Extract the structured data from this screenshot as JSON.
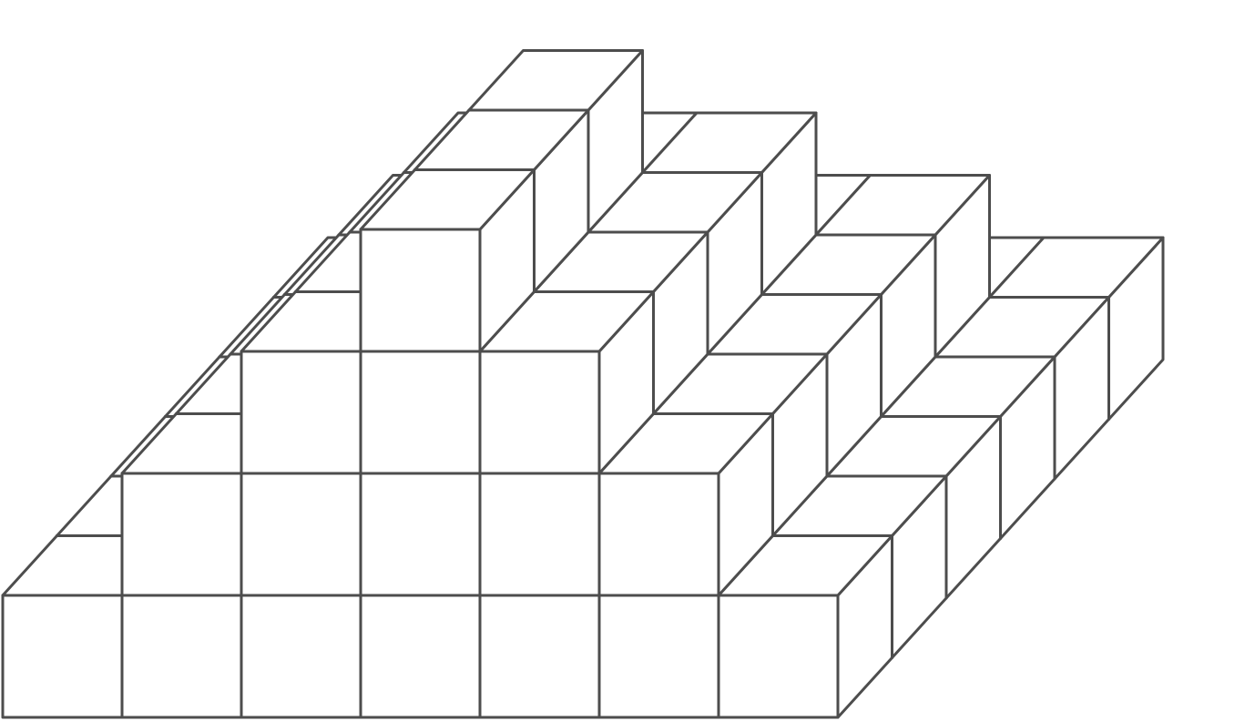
{
  "figure": {
    "kind": "isometric-block-structure",
    "unit": "cube",
    "layers": [
      {
        "level": 1,
        "rows": [
          7,
          7,
          7,
          7,
          7,
          7
        ]
      },
      {
        "level": 2,
        "rows": [
          5,
          5,
          5,
          5,
          5
        ]
      },
      {
        "level": 3,
        "rows": [
          3,
          3,
          3,
          3
        ]
      },
      {
        "level": 4,
        "rows": [
          1,
          1,
          1
        ]
      }
    ]
  },
  "style": {
    "background": "#ffffff",
    "face": "#ffffff",
    "edge": "#4d4d4d"
  }
}
